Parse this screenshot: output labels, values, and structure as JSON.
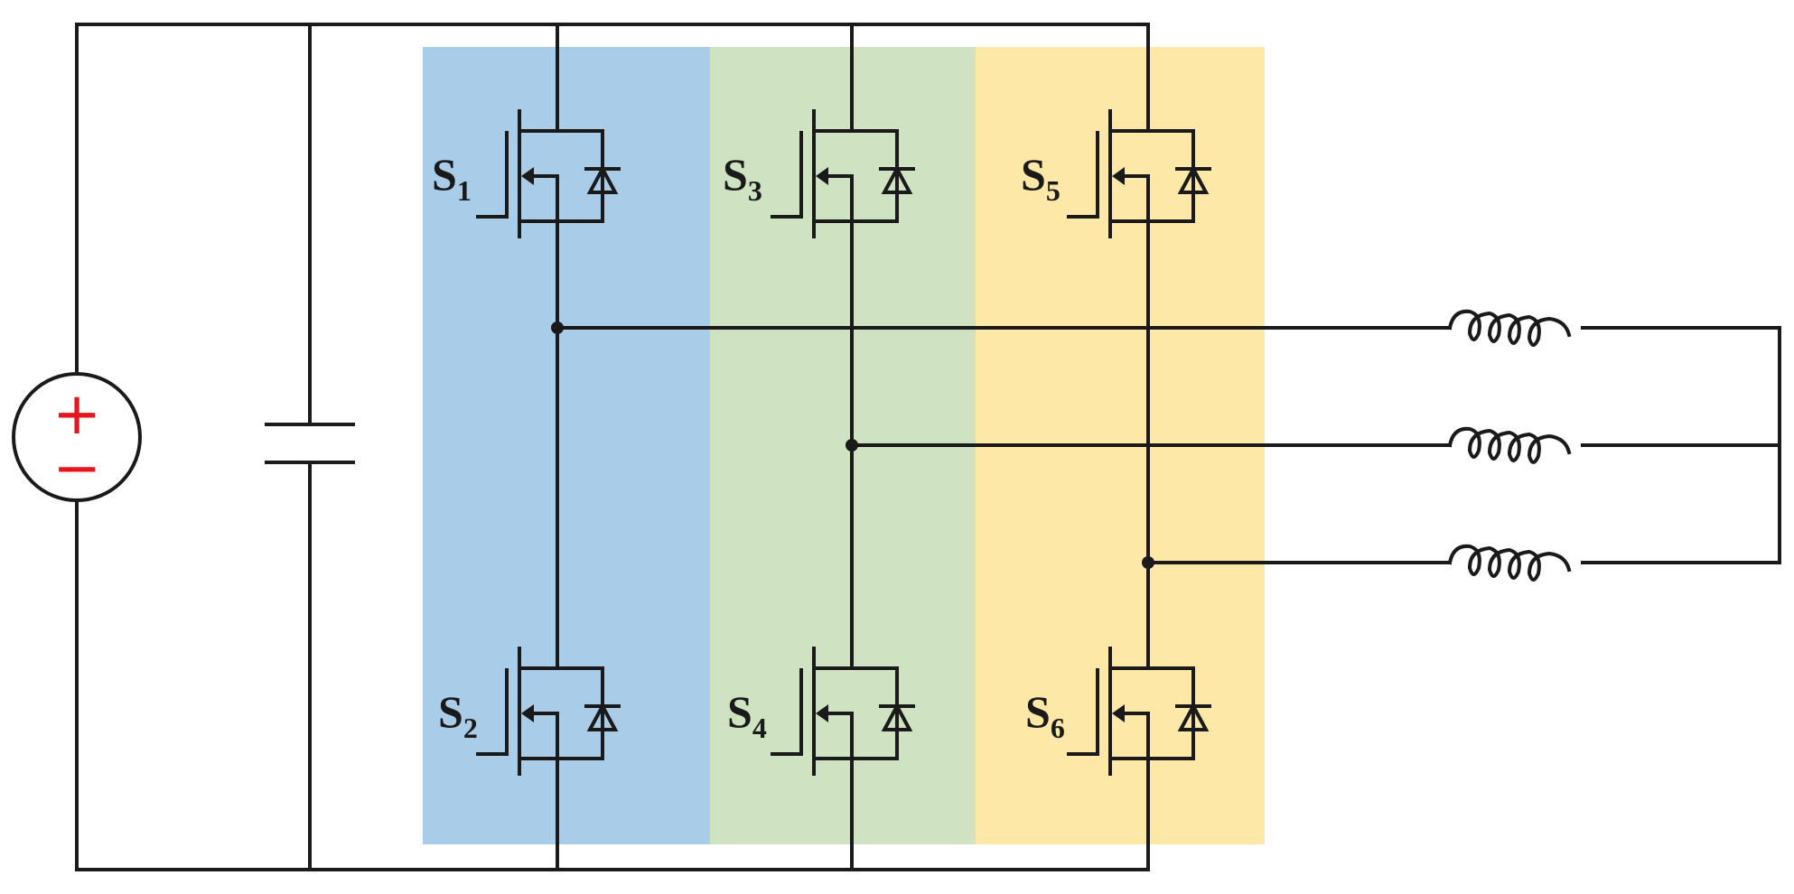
{
  "source": {
    "plus": "+",
    "minus": "−",
    "sign_color": "#e8141c"
  },
  "leg_colors": [
    "#a9cde8",
    "#cfe3c2",
    "#fde8a8"
  ],
  "switches": [
    {
      "id": "s1",
      "letter": "S",
      "sub": "1"
    },
    {
      "id": "s2",
      "letter": "S",
      "sub": "2"
    },
    {
      "id": "s3",
      "letter": "S",
      "sub": "3"
    },
    {
      "id": "s4",
      "letter": "S",
      "sub": "4"
    },
    {
      "id": "s5",
      "letter": "S",
      "sub": "5"
    },
    {
      "id": "s6",
      "letter": "S",
      "sub": "6"
    }
  ]
}
